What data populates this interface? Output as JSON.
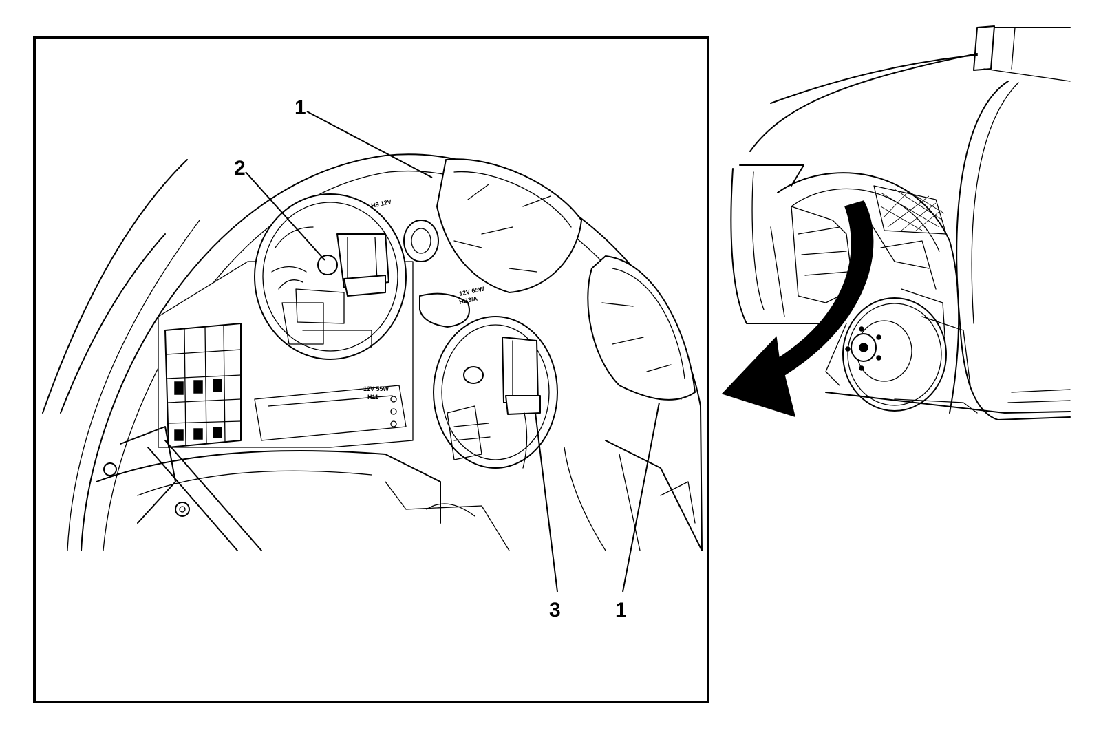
{
  "callouts": [
    {
      "id": "1",
      "text": "1"
    },
    {
      "id": "2",
      "text": "2"
    },
    {
      "id": "3",
      "text": "3"
    },
    {
      "id": "1b",
      "text": "1"
    }
  ],
  "bulb_labels": {
    "upper": "H9 12V",
    "middle_line1": "12V 65W",
    "middle_line2": "HB3/A",
    "lower_line1": "12V 55W",
    "lower_line2": "H11"
  },
  "colors": {
    "ink": "#000000",
    "paper": "#ffffff"
  }
}
